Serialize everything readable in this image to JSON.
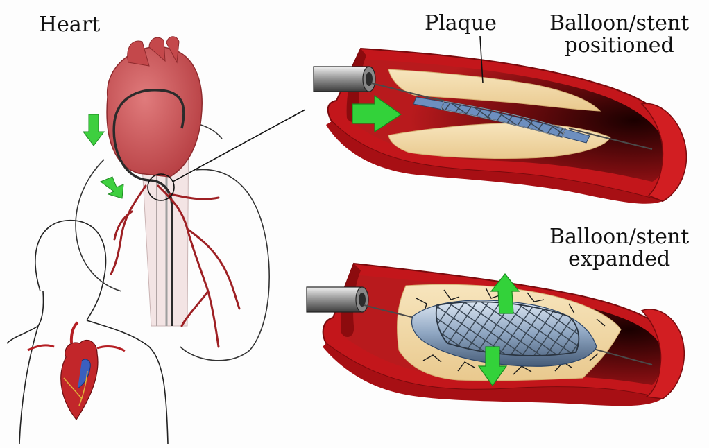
{
  "labels": {
    "heart": "Heart",
    "plaque": "Plaque",
    "positioned_line1": "Balloon/stent",
    "positioned_line2": "positioned",
    "expanded_line1": "Balloon/stent",
    "expanded_line2": "expanded"
  },
  "colors": {
    "artery_red": "#c5161b",
    "artery_dark": "#6a0608",
    "plaque": "#f2d9a8",
    "heart_pink": "#cf5a5c",
    "arrow_green": "#33d23a",
    "stent": "#5d6b7a",
    "balloon": "#b9cbe0"
  }
}
